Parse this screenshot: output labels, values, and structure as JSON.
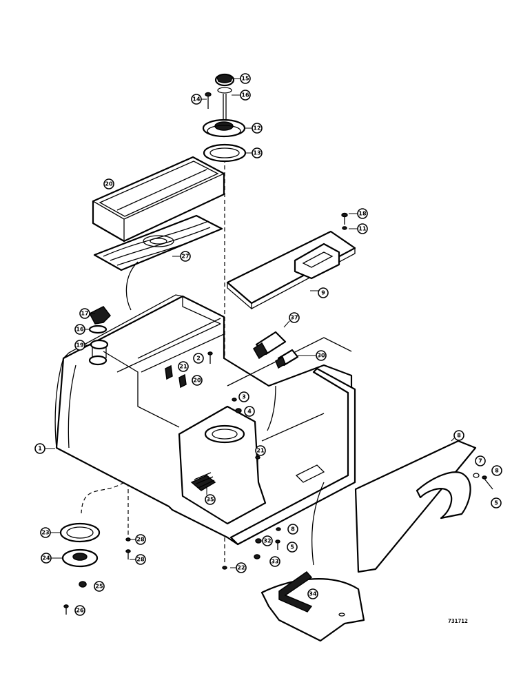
{
  "figure_code": "731712",
  "callouts": [
    "15",
    "16",
    "14",
    "12",
    "13",
    "20",
    "18",
    "11",
    "27",
    "9",
    "17",
    "16",
    "19",
    "37",
    "30",
    "2",
    "21",
    "20",
    "3",
    "4",
    "8",
    "7",
    "8",
    "5",
    "1",
    "21",
    "35",
    "23",
    "28",
    "28",
    "24",
    "25",
    "26",
    "32",
    "33",
    "8",
    "5",
    "22",
    "34"
  ]
}
